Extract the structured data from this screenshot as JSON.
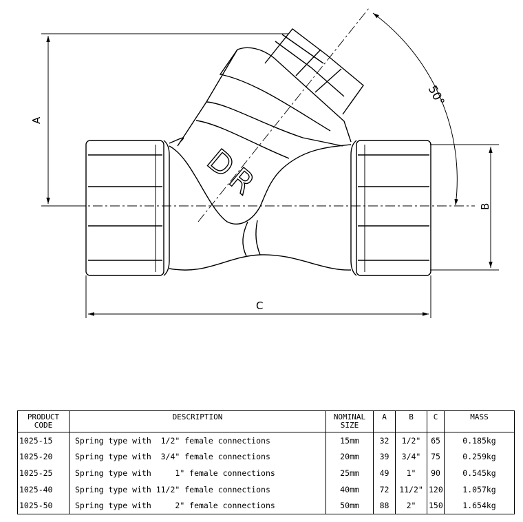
{
  "drawing": {
    "dimensions": {
      "a_label": "A",
      "b_label": "B",
      "c_label": "C",
      "angle_label": "50°"
    },
    "body_marking": "DR"
  },
  "table": {
    "headers": {
      "code_line1": "PRODUCT",
      "code_line2": "CODE",
      "description": "DESCRIPTION",
      "nominal_line1": "NOMINAL",
      "nominal_line2": "SIZE",
      "a": "A",
      "b": "B",
      "c": "C",
      "mass": "MASS"
    },
    "rows": [
      {
        "code": "1025-15",
        "description": "Spring type with  1/2\" female connections",
        "size": "15mm",
        "a": "32",
        "b": "1/2\"",
        "c": "65",
        "mass": "0.185kg"
      },
      {
        "code": "1025-20",
        "description": "Spring type with  3/4\" female connections",
        "size": "20mm",
        "a": "39",
        "b": "3/4\"",
        "c": "75",
        "mass": "0.259kg"
      },
      {
        "code": "1025-25",
        "description": "Spring type with     1\" female connections",
        "size": "25mm",
        "a": "49",
        "b": "1\"",
        "c": "90",
        "mass": "0.545kg"
      },
      {
        "code": "1025-40",
        "description": "Spring type with 11/2\" female connections",
        "size": "40mm",
        "a": "72",
        "b": "11/2\"",
        "c": "120",
        "mass": "1.057kg"
      },
      {
        "code": "1025-50",
        "description": "Spring type with     2\" female connections",
        "size": "50mm",
        "a": "88",
        "b": "2\"",
        "c": "150",
        "mass": "1.654kg"
      }
    ]
  }
}
